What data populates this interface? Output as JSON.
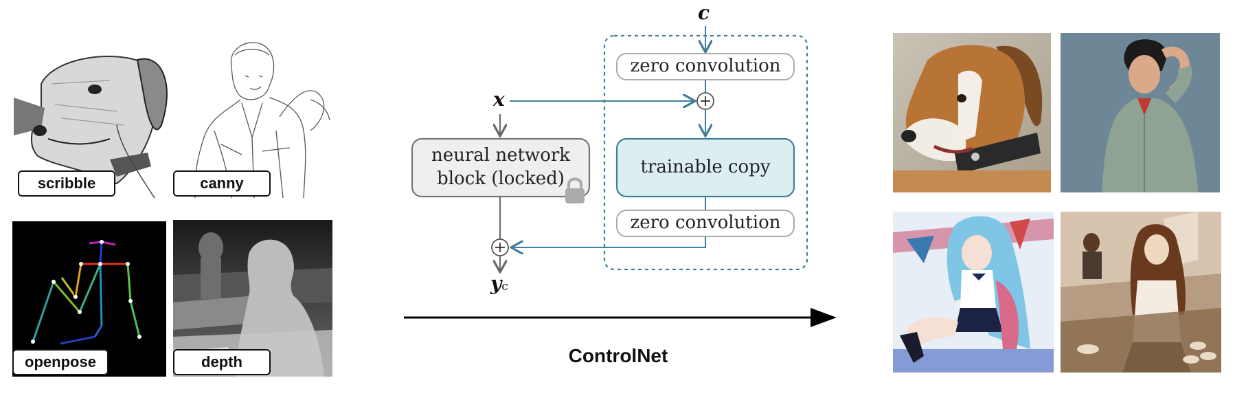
{
  "conditions": [
    {
      "label": "scribble"
    },
    {
      "label": "canny"
    },
    {
      "label": "openpose"
    },
    {
      "label": "depth"
    }
  ],
  "diagram": {
    "input_c": "c",
    "input_x": "x",
    "output_y": "y",
    "output_y_sub": "c",
    "locked_block_line1": "neural network",
    "locked_block_line2": "block (locked)",
    "trainable_copy": "trainable copy",
    "zero_conv_top": "zero convolution",
    "zero_conv_bottom": "zero convolution",
    "plus_symbol": "+"
  },
  "pipeline_label": "ControlNet",
  "colors": {
    "blue_line": "#3f7f99",
    "trainable_fill": "#ddeef2",
    "locked_fill": "#efefef"
  },
  "outputs": [
    {
      "subject": "dog"
    },
    {
      "subject": "man"
    },
    {
      "subject": "anime-girl"
    },
    {
      "subject": "sepia-girl"
    }
  ]
}
